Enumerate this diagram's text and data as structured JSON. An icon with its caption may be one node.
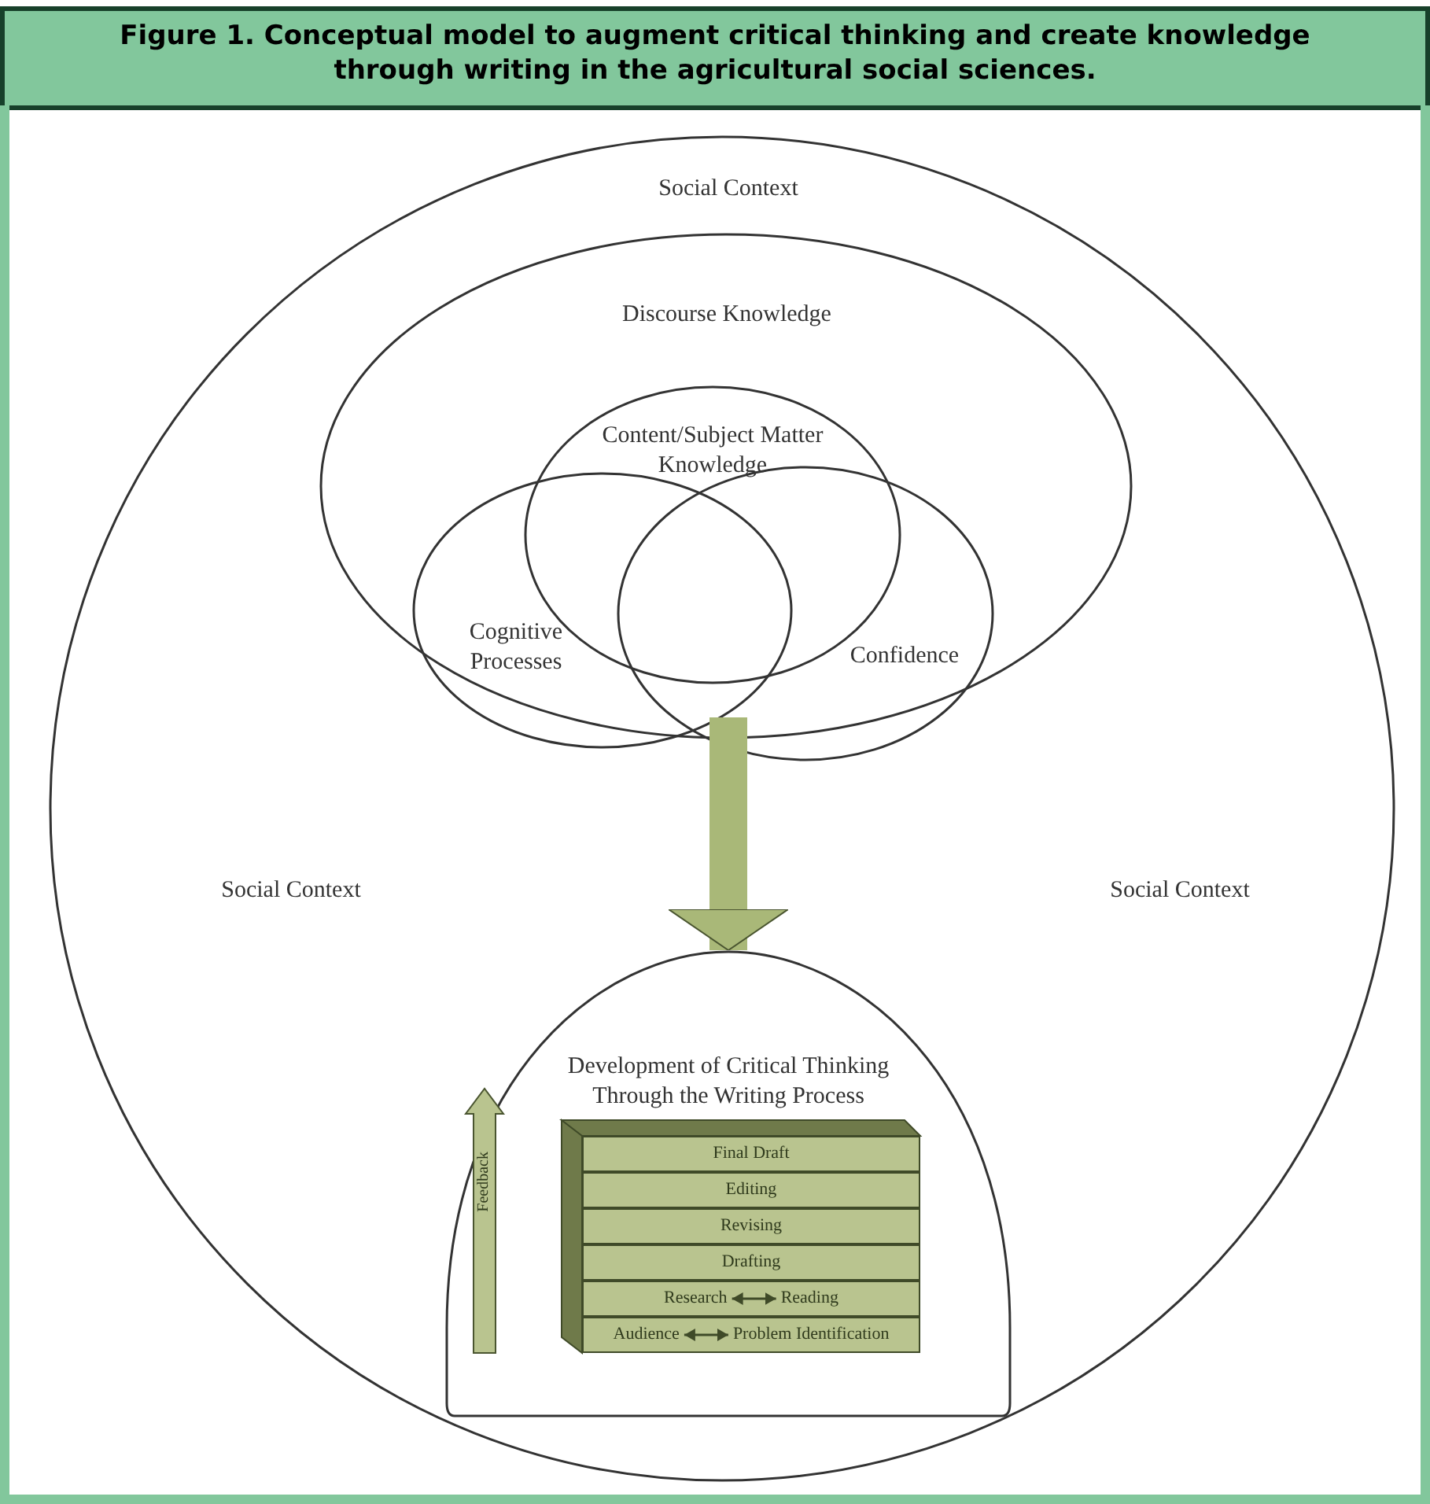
{
  "diagram": {
    "title": "Figure 1. Conceptual model to augment critical thinking and create knowledge through writing in the agricultural social sciences.",
    "nodes": [
      {
        "text": [
          "Social Context",
          "Social Context",
          "Social Context"
        ]
      },
      {
        "text": [
          "Discourse Knowledge"
        ],
        "in": 0
      },
      {
        "text": [
          "Content/Subject Matter Knowledge"
        ],
        "in": 1
      },
      {
        "text": [
          "Cognitive Processes"
        ],
        "in": 1
      },
      {
        "text": [
          "Confidence"
        ],
        "in": 1
      },
      {
        "text": [
          "Development of Critical Thinking Through the Writing Process"
        ],
        "in": 0
      },
      {
        "text": [
          "Feedback"
        ],
        "in": 5
      },
      {
        "text": [
          "Final Draft"
        ],
        "in": 5
      },
      {
        "text": [
          "Editing"
        ],
        "in": 5
      },
      {
        "text": [
          "Revising"
        ],
        "in": 5
      },
      {
        "text": [
          "Drafting"
        ],
        "in": 5
      },
      {
        "text": [],
        "shape": "bar",
        "in": 5
      },
      {
        "text": [
          "Research"
        ],
        "in": 11
      },
      {
        "text": [
          "Reading"
        ],
        "in": 11
      },
      {
        "text": [],
        "shape": "bar",
        "in": 5
      },
      {
        "text": [
          "Audience"
        ],
        "in": 14
      },
      {
        "text": [
          "Problem Identification"
        ],
        "in": 14
      }
    ],
    "edges": [
      {
        "from": 4,
        "to": 5,
        "arrow": "to",
        "style": "thick",
        "color": "#a9b878"
      },
      {
        "from": 12,
        "to": 13,
        "arrow": "both"
      },
      {
        "from": 15,
        "to": 16,
        "arrow": "both"
      }
    ]
  }
}
